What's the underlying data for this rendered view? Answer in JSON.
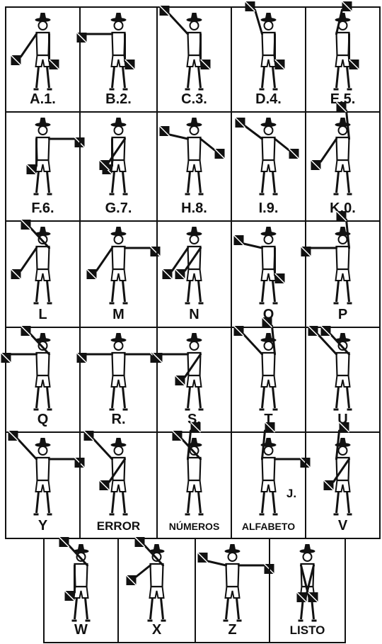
{
  "title": "",
  "colors": {
    "ink": "#111111",
    "paper": "#ffffff"
  },
  "rows": [
    {
      "cells": [
        {
          "label": "A.1.",
          "left": "low-left",
          "right": "down"
        },
        {
          "label": "B.2.",
          "left": "side",
          "right": "down"
        },
        {
          "label": "C.3.",
          "left": "up-left",
          "right": "down"
        },
        {
          "label": "D.4.",
          "left": "head",
          "right": "down"
        },
        {
          "label": "E.5.",
          "left": "head-right",
          "right": "down"
        }
      ]
    },
    {
      "cells": [
        {
          "label": "F.6.",
          "left": "down",
          "right": "side"
        },
        {
          "label": "G.7.",
          "left": "down",
          "right": "low-right"
        },
        {
          "label": "H.8.",
          "left": "chest",
          "right": "chest-low"
        },
        {
          "label": "I.9.",
          "left": "chest-up",
          "right": "chest-low"
        },
        {
          "label": "K.0.",
          "left": "low-left",
          "right": "up"
        }
      ]
    },
    {
      "cells": [
        {
          "label": "L",
          "left": "low-left",
          "right": "up-right"
        },
        {
          "label": "M",
          "left": "low-left",
          "right": "side"
        },
        {
          "label": "N",
          "left": "low-left",
          "right": "low-right"
        },
        {
          "label": "O",
          "left": "chest",
          "right": "down"
        },
        {
          "label": "P",
          "left": "side",
          "right": "up"
        }
      ]
    },
    {
      "cells": [
        {
          "label": "Q",
          "left": "side",
          "right": "up-right"
        },
        {
          "label": "R.",
          "left": "side",
          "right": "side"
        },
        {
          "label": "S.",
          "left": "side",
          "right": "low-right"
        },
        {
          "label": "T",
          "left": "up-left",
          "right": "up"
        },
        {
          "label": "U",
          "left": "up-left",
          "right": "up-right"
        }
      ]
    },
    {
      "cells": [
        {
          "label": "Y",
          "left": "up-left",
          "right": "side"
        },
        {
          "label": "ERROR",
          "left": "up-left",
          "right": "low-right"
        },
        {
          "label": "NÚMEROS",
          "left": "up",
          "right": "up-right"
        },
        {
          "label": "ALFABETO",
          "left": "up",
          "right": "side",
          "extra": "J."
        },
        {
          "label": "V",
          "left": "up",
          "right": "low-right"
        }
      ]
    },
    {
      "cells": [
        {
          "label": "W",
          "left": "down",
          "right": "up-right"
        },
        {
          "label": "X",
          "left": "chest-low",
          "right": "up-right"
        },
        {
          "label": "Z",
          "left": "chest",
          "right": "side"
        },
        {
          "label": "LISTO",
          "left": "crossed",
          "right": "crossed"
        }
      ]
    }
  ]
}
